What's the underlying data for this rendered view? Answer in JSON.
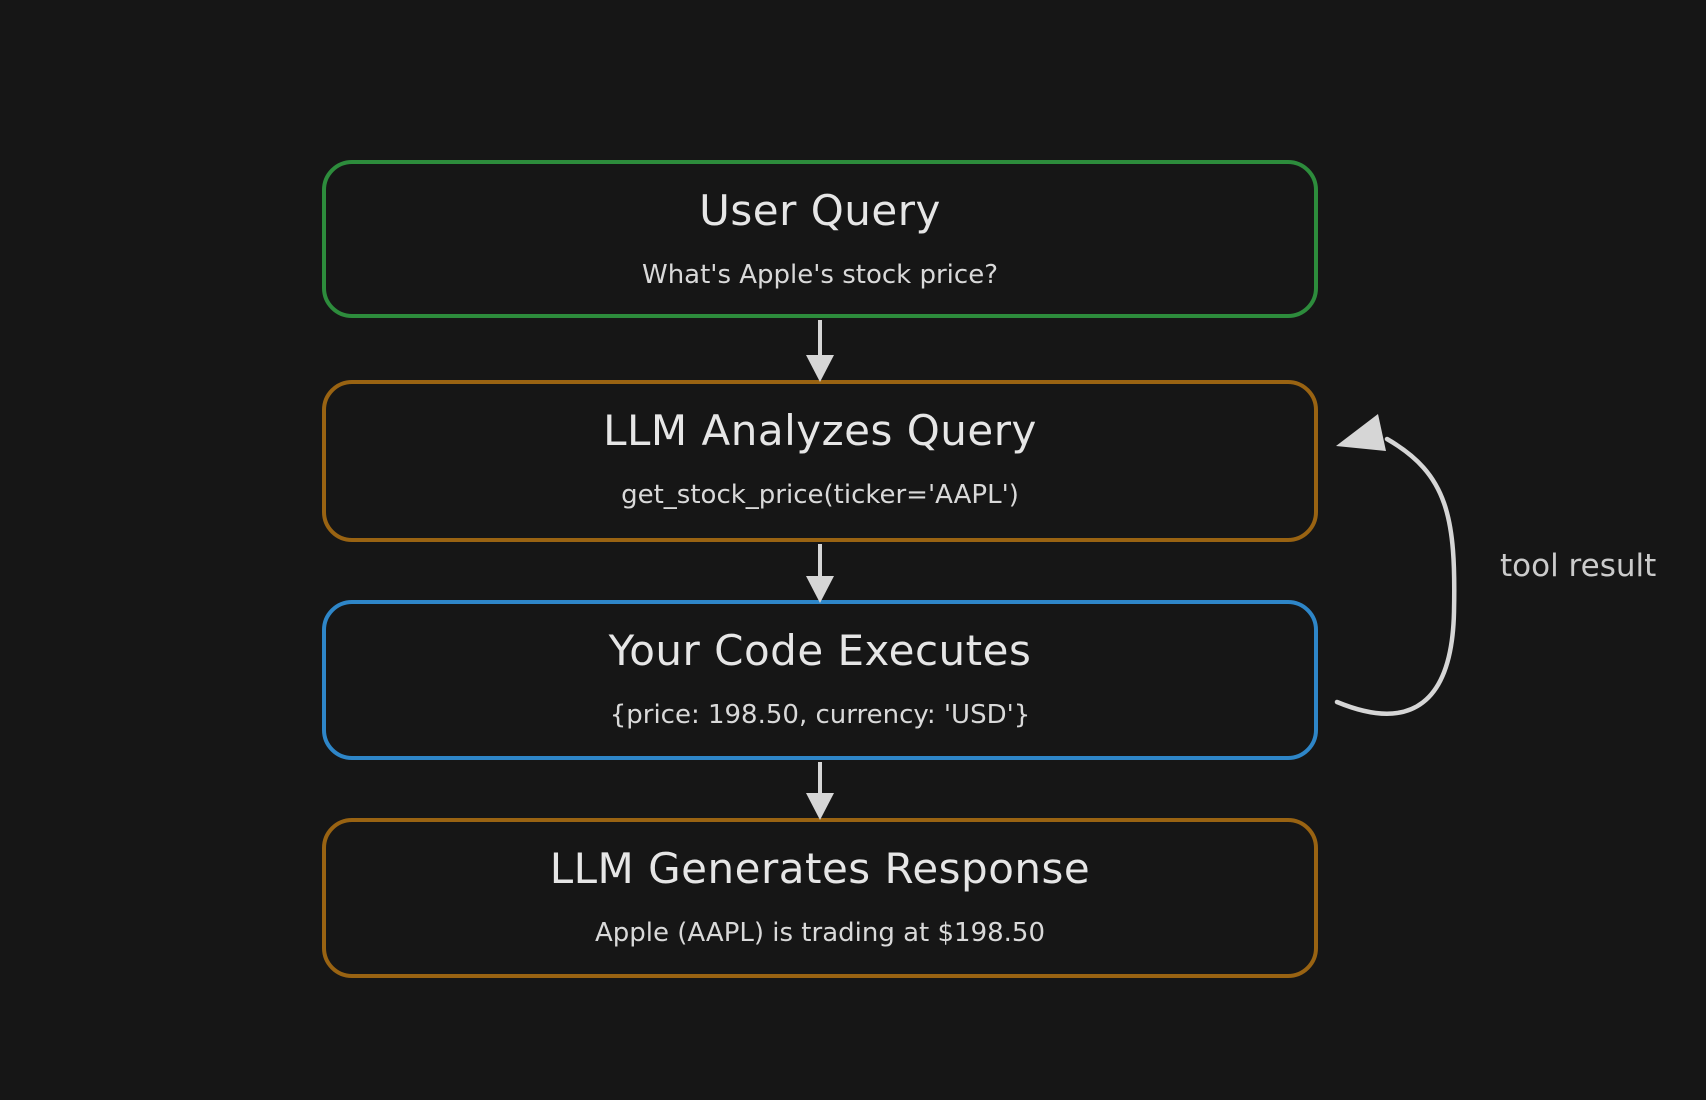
{
  "colors": {
    "background": "#161616",
    "arrow": "#d6d6d6",
    "green_border": "#2d8c3c",
    "orange_border": "#996312",
    "blue_border": "#2e86c8"
  },
  "nodes": [
    {
      "title": "User Query",
      "subtitle": "What's Apple's stock price?",
      "border_color": "#2d8c3c"
    },
    {
      "title": "LLM Analyzes Query",
      "subtitle": "get_stock_price(ticker='AAPL')",
      "border_color": "#996312"
    },
    {
      "title": "Your Code Executes",
      "subtitle": "{price: 198.50, currency: 'USD'}",
      "border_color": "#2e86c8"
    },
    {
      "title": "LLM Generates Response",
      "subtitle": "Apple (AAPL) is trading at $198.50",
      "border_color": "#996312"
    }
  ],
  "feedback_edge": {
    "label": "tool result"
  }
}
